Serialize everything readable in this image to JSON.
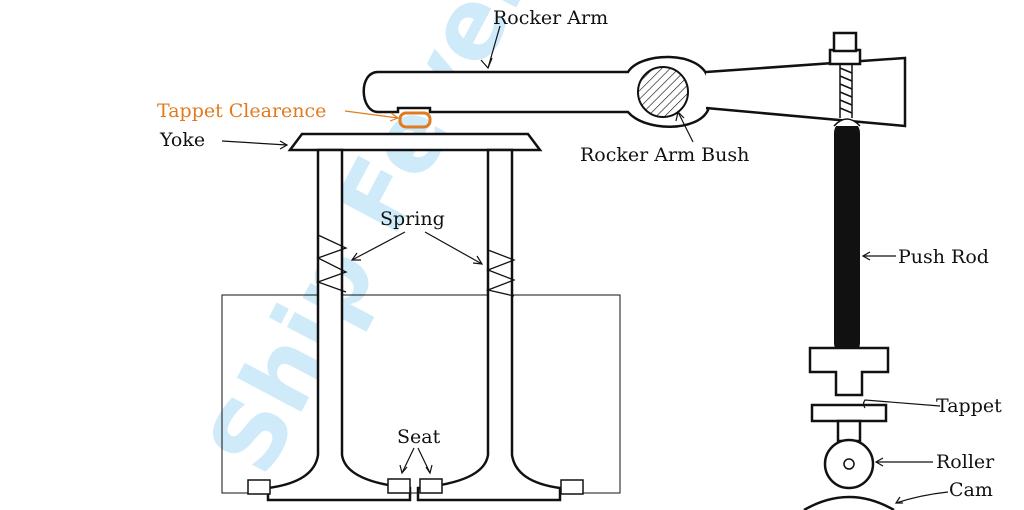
{
  "labels": {
    "rocker_arm": "Rocker Arm",
    "tappet_clearence": "Tappet Clearence",
    "yoke": "Yoke",
    "rocker_arm_bush": "Rocker Arm Bush",
    "spring": "Spring",
    "push_rod": "Push Rod",
    "tappet": "Tappet",
    "seat": "Seat",
    "roller": "Roller",
    "cam": "Cam"
  },
  "watermark": "Ship Fever . Com",
  "colors": {
    "line": "#111111",
    "push_rod": "#111111",
    "clearance": "#e07b1f",
    "watermark": "#bfe3f6"
  }
}
